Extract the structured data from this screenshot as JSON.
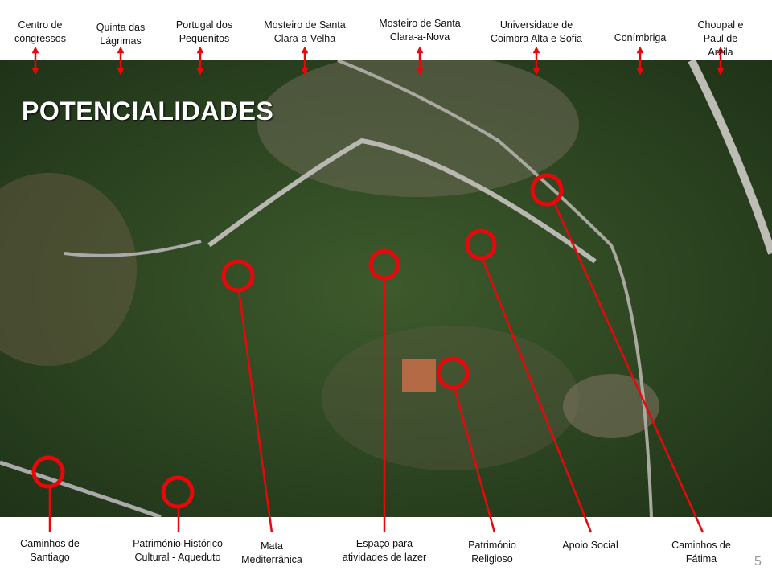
{
  "title": "POTENCIALIDADES",
  "page_number": "5",
  "top_labels": [
    {
      "text": "Centro de\ncongressos"
    },
    {
      "text": "Quinta das\nLágrimas"
    },
    {
      "text": "Portugal dos\nPequenitos"
    },
    {
      "text": "Mosteiro de Santa\nClara-a-Velha"
    },
    {
      "text": "Mosteiro de Santa\nClara-a-Nova"
    },
    {
      "text": "Universidade de\nCoimbra Alta e Sofia"
    },
    {
      "text": "Conímbriga"
    },
    {
      "text": "Choupal e Paul de\nArzila"
    }
  ],
  "bottom_labels": [
    {
      "text": "Caminhos de\nSantiago"
    },
    {
      "text": "Património Histórico\nCultural - Aqueduto"
    },
    {
      "text": "Mata\nMediterrânica"
    },
    {
      "text": "Espaço para\natividades de lazer"
    },
    {
      "text": "Património\nReligioso"
    },
    {
      "text": "Apoio Social"
    },
    {
      "text": "Caminhos de\nFátima"
    }
  ],
  "colors": {
    "marker": "#e8080c",
    "vegetation": "#2f4a22"
  }
}
